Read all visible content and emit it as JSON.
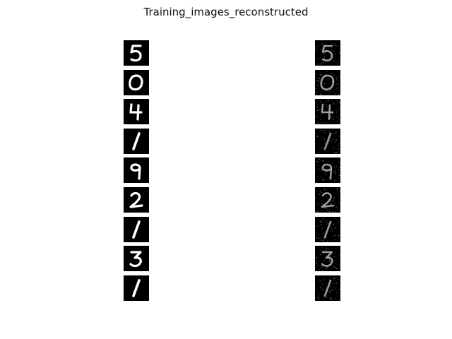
{
  "figure": {
    "title": "Training_images_reconstructed"
  },
  "columns": {
    "original": [
      "5",
      "0",
      "4",
      "1",
      "9",
      "2",
      "1",
      "3",
      "1"
    ],
    "reconstructed": [
      "5",
      "0",
      "4",
      "1",
      "9",
      "2",
      "1",
      "3",
      "1"
    ]
  },
  "colors": {
    "background": "#ffffff",
    "tile": "#000000",
    "digit_original": "#ffffff",
    "digit_reconstructed": "#b8b8b8"
  }
}
